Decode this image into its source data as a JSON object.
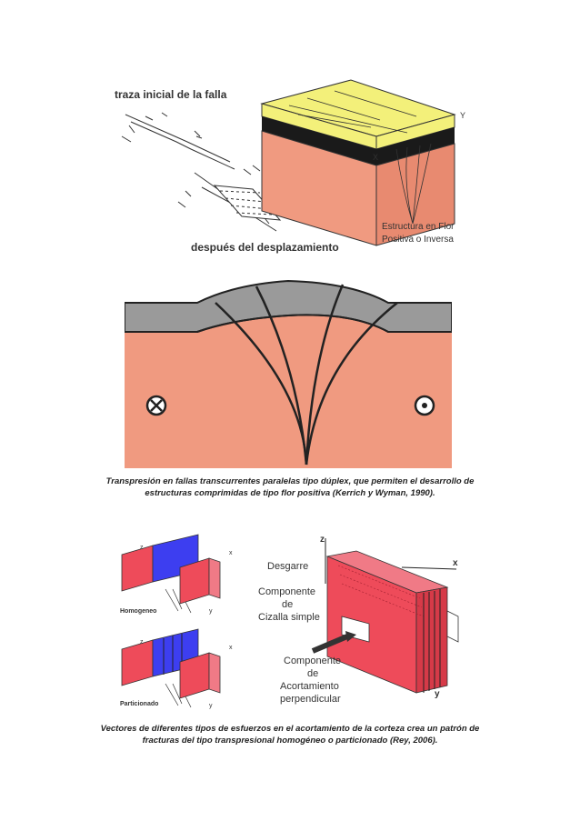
{
  "figure1": {
    "label_initial_trace": "traza inicial de la falla",
    "label_after_displacement": "después del desplazamiento",
    "label_flower_line1": "Estructura en Flor",
    "label_flower_line2": "Positiva o Inversa",
    "axis_x": "X",
    "axis_y": "Y"
  },
  "caption1": {
    "line1": "Transpresión en fallas transcurrentes paralelas tipo dúplex, que permiten el desarrollo de",
    "line2": "estructuras comprimidas de tipo flor positiva (Kerrich y Wyman, 1990)."
  },
  "figure3": {
    "label_homogeneous": "Homogeneo",
    "label_partitioned": "Particionado",
    "axis_z": "z",
    "axis_x": "x",
    "axis_y": "y"
  },
  "figure4": {
    "axis_z": "z",
    "axis_x": "x",
    "axis_y": "y",
    "label_strike_slip": "Desgarre",
    "label_simple_shear_1": "Componente",
    "label_simple_shear_2": "de",
    "label_simple_shear_3": "Cizalla simple",
    "label_shortening_1": "Componente",
    "label_shortening_2": "de",
    "label_shortening_3": "Acortamiento",
    "label_shortening_4": "perpendicular"
  },
  "caption2": {
    "line1": "Vectores de diferentes tipos de esfuerzos en el acortamiento de la corteza crea un patrón de",
    "line2": "fracturas del tipo transpresional homogéneo o particionado (Rey, 2006)."
  },
  "colors": {
    "salmon": "#f09a80",
    "salmon_dark": "#d9735c",
    "yellow": "#f3f07a",
    "gray": "#9a9a9a",
    "blue": "#3d3ef0",
    "red": "#ee4b5a",
    "pink": "#f07a86"
  }
}
